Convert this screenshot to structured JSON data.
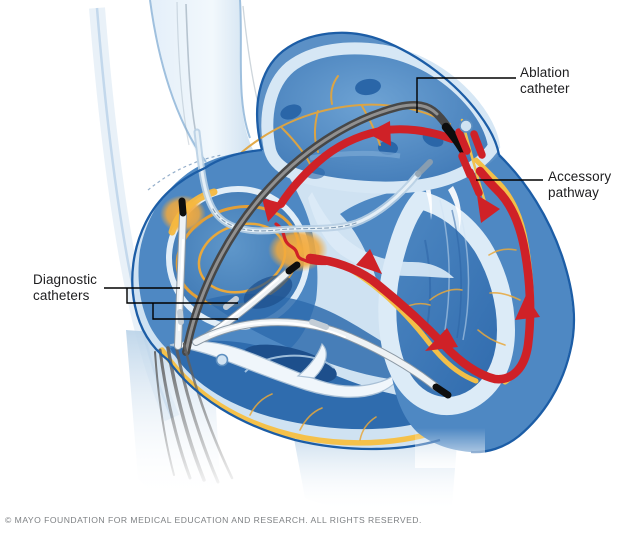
{
  "labels": {
    "ablation_catheter": "Ablation\ncatheter",
    "accessory_pathway": "Accessory\npathway",
    "diagnostic_catheters": "Diagnostic\ncatheters"
  },
  "footer": {
    "copyright": "© MAYO FOUNDATION FOR MEDICAL EDUCATION AND RESEARCH. ALL RIGHTS RESERVED."
  },
  "colors": {
    "background": "#ffffff",
    "heart_outline_blue": "#1c5da6",
    "wall_mid_blue": "#4e88c3",
    "wall_pale_blue": "#d9e8f6",
    "chamber_blue": "#3a74b1",
    "vessel_pale_blue": "#cfe1f1",
    "conduction_yellow": "#f0b63e",
    "conduction_orange": "#e29f37",
    "circuit_red": "#cf2127",
    "ablation_catheter_gray": "#4a4a4a",
    "diagnostic_catheter_white": "#f2f5f8",
    "catheter_tip_black": "#101010",
    "label_text": "#1d1d1f",
    "copyright_text": "#7e8184",
    "leader_line": "#000000"
  }
}
